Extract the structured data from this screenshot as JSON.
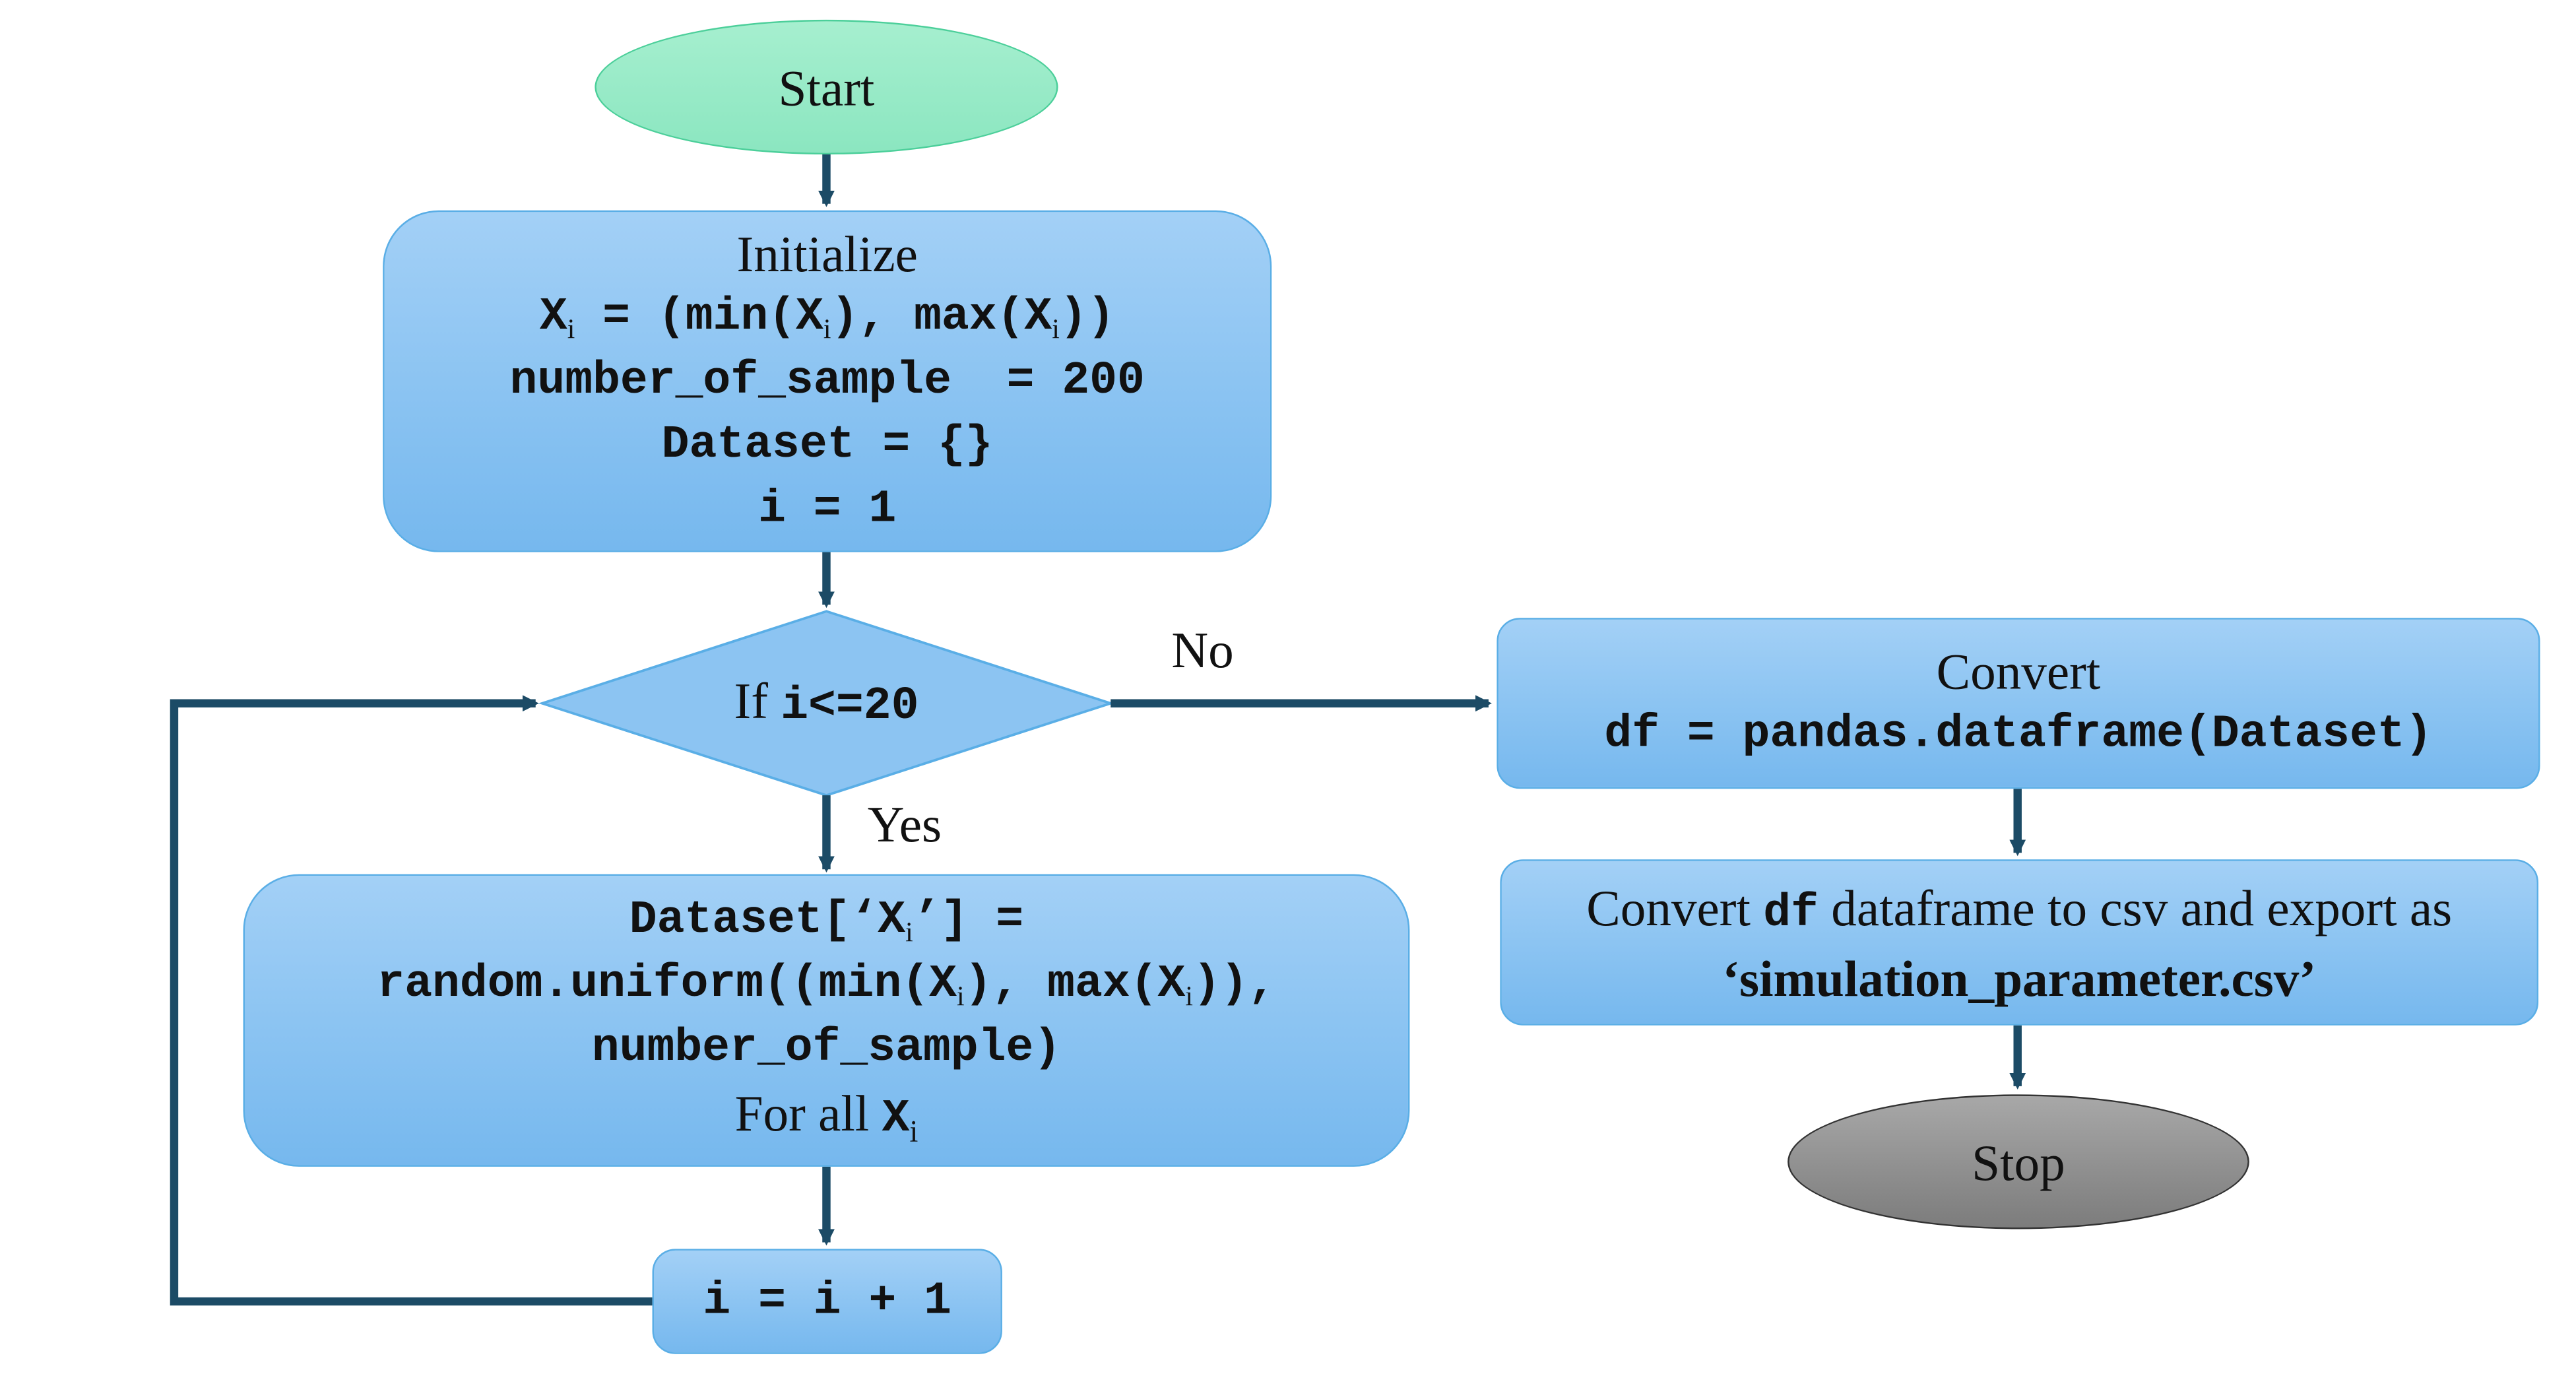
{
  "nodes": {
    "start": {
      "label": "Start"
    },
    "initialize": {
      "title": "Initialize",
      "line1_a": "X",
      "line1_sub1": "i",
      "line1_b": " = (min(X",
      "line1_sub2": "i",
      "line1_c": "), max(X",
      "line1_sub3": "i",
      "line1_d": "))",
      "line2": "number_of_sample  = 200",
      "line3": "Dataset = {}",
      "line4": "i = 1"
    },
    "decision": {
      "prefix": "If ",
      "condition": "i<=20"
    },
    "assign": {
      "line1_a": "Dataset[‘X",
      "line1_sub": "i",
      "line1_b": "’] =",
      "line2_a": "random.uniform((min(X",
      "line2_sub1": "i",
      "line2_b": "), max(X",
      "line2_sub2": "i",
      "line2_c": ")),",
      "line3": "number_of_sample)",
      "line4_a": "For all ",
      "line4_b": "X",
      "line4_sub": "i"
    },
    "increment": {
      "label": "i = i + 1"
    },
    "convert": {
      "title": "Convert",
      "code": "df = pandas.dataframe(Dataset)"
    },
    "export": {
      "text_a": "Convert ",
      "text_code": "df",
      "text_b": " dataframe to csv and export as",
      "filename": "‘simulation_parameter.csv’"
    },
    "stop": {
      "label": "Stop"
    }
  },
  "edge_labels": {
    "no": "No",
    "yes": "Yes"
  },
  "colors": {
    "arrow": "#1c4b66",
    "process_fill": "#8cc4f2",
    "process_border": "#5aaee6",
    "start_fill": "#8be6c0",
    "stop_fill": "#8a8a8a",
    "decision_fill": "#8cc4f2"
  }
}
